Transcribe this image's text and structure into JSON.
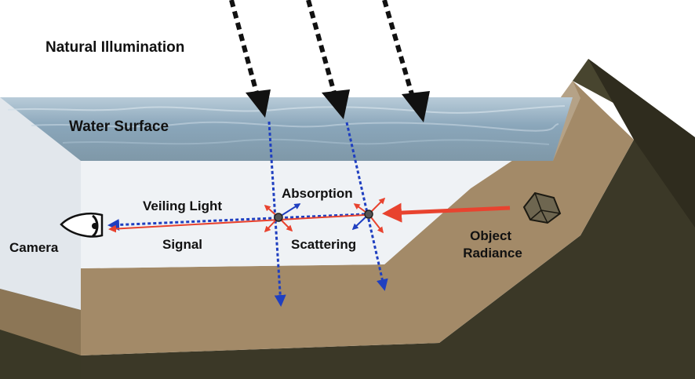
{
  "labels": {
    "natural_illumination": "Natural Illumination",
    "water_surface": "Water Surface",
    "veiling_light": "Veiling Light",
    "absorption": "Absorption",
    "camera": "Camera",
    "signal": "Signal",
    "scattering": "Scattering",
    "object_radiance": "Object Radiance"
  },
  "colors": {
    "water_front": "#eef1f4",
    "water_surface": "#8ea9bd",
    "sediment": "#a38a68",
    "ground_dark": "#3a3826",
    "signal_red": "#e8432f",
    "scatter_blue": "#1f3fc0",
    "sun_arrow": "#111111"
  },
  "icons": {
    "camera": "eye-icon",
    "object": "rock-icon"
  }
}
